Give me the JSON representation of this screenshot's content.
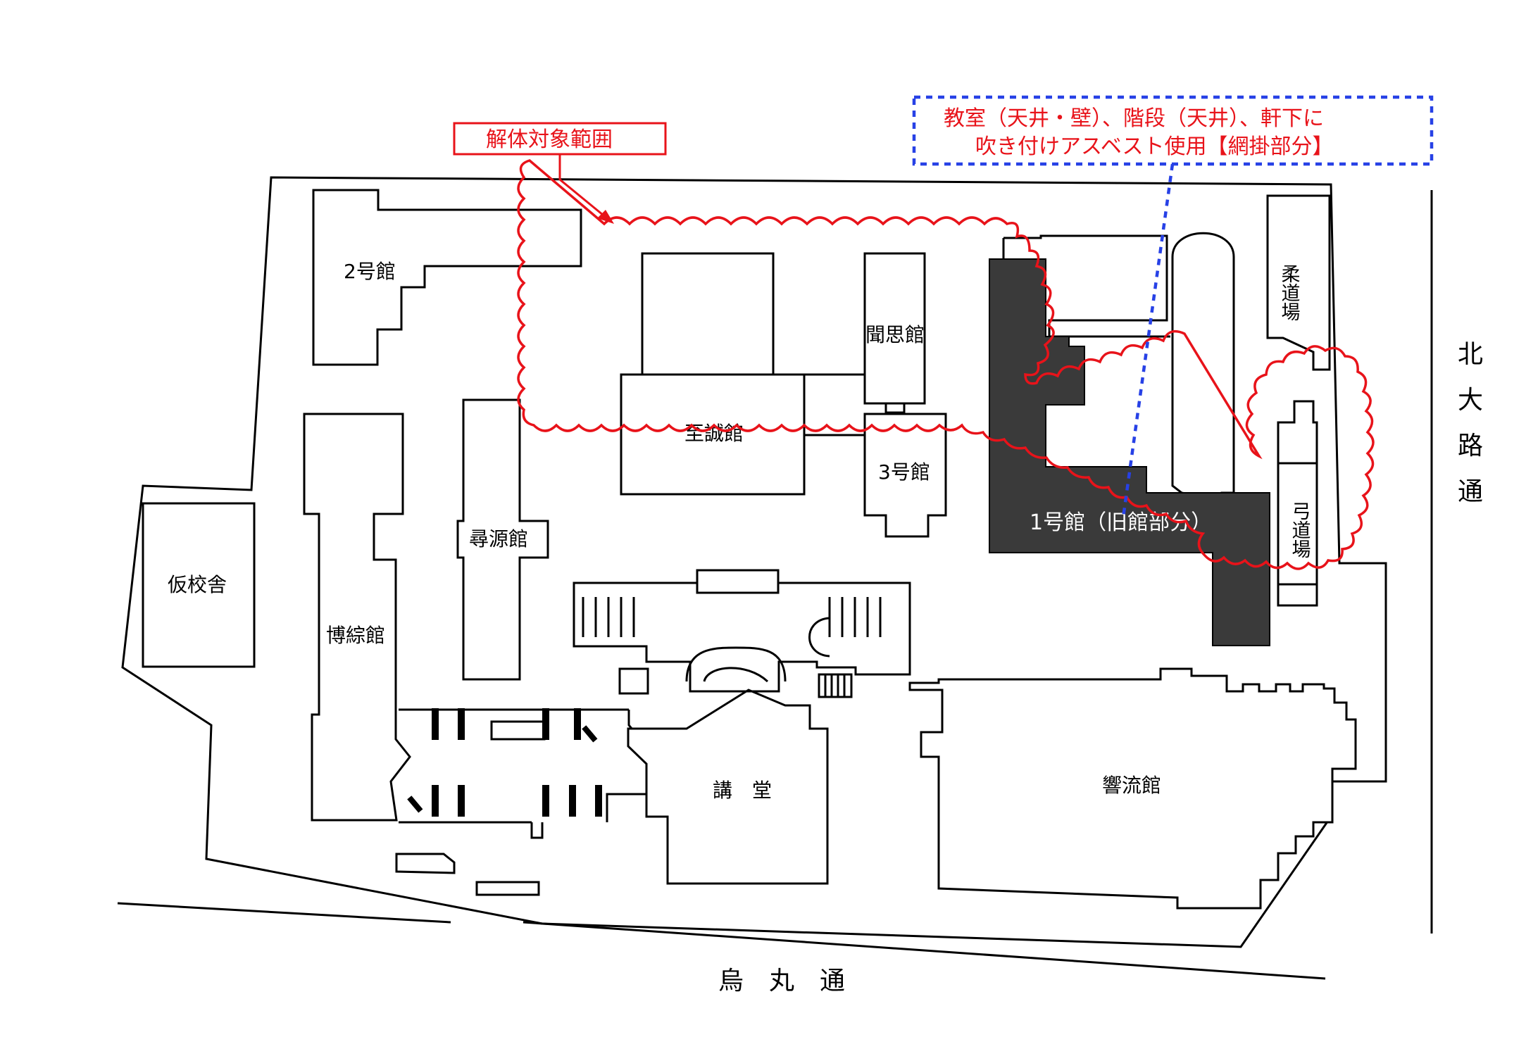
{
  "map": {
    "buildings": {
      "b2": "2号館",
      "monshikan": "聞思館",
      "shiseikan": "至誠館",
      "b3": "3号館",
      "b1": "1号館（旧館部分）",
      "judojo": "柔道場",
      "kyudojo": "弓道場",
      "karikousha": "仮校舎",
      "hakusoukan": "博綜館",
      "jingenkan": "尋源館",
      "kodo": "講　堂",
      "kyoryukan": "響流館"
    },
    "roads": {
      "kita_oji": [
        "北",
        "大",
        "路",
        "通"
      ],
      "karasuma": "烏　丸　通"
    },
    "annotations": {
      "demolition_label": "解体対象範囲",
      "asbestos_line1": "教室（天井・壁）、階段（天井）、軒下に",
      "asbestos_line2": "吹き付けアスベスト使用【網掛部分】"
    },
    "colors": {
      "demolition": "#e8131a",
      "asbestos_callout": "#2741e6",
      "asbestos_hatch": "#3a3a3a"
    }
  }
}
